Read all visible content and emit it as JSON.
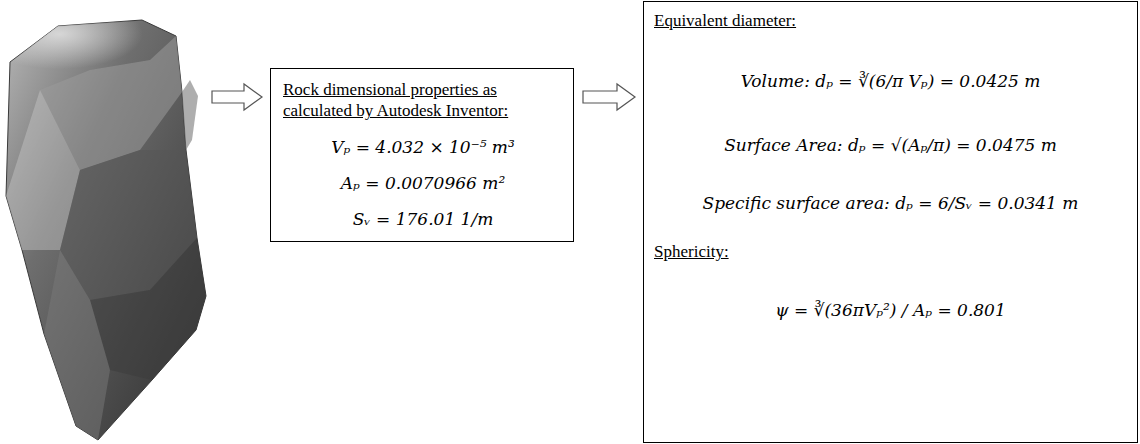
{
  "diagram": {
    "nodes": [
      {
        "text": [
          "Rock dimensional properties as calculated by Autodesk Inventor:",
          "Vₚ = 4.032 × 10⁻⁵ m³",
          "Aₚ = 0.0070966 m²",
          "Sᵥ = 176.01 1/m"
        ]
      },
      {
        "text": [
          "Equivalent diameter:",
          "Volume: dₚ = ∛(6/π Vₚ) = 0.0425 m",
          "Surface Area: dₚ = √(Aₚ/π) = 0.0475 m",
          "Specific surface area: dₚ = 6/Sᵥ = 0.0341 m",
          "Sphericity:",
          "ψ = ∛(36πVₚ²) / Aₚ = 0.801"
        ]
      }
    ],
    "edges": [
      {
        "from": 0,
        "to": 1,
        "arrow": "to"
      }
    ]
  }
}
